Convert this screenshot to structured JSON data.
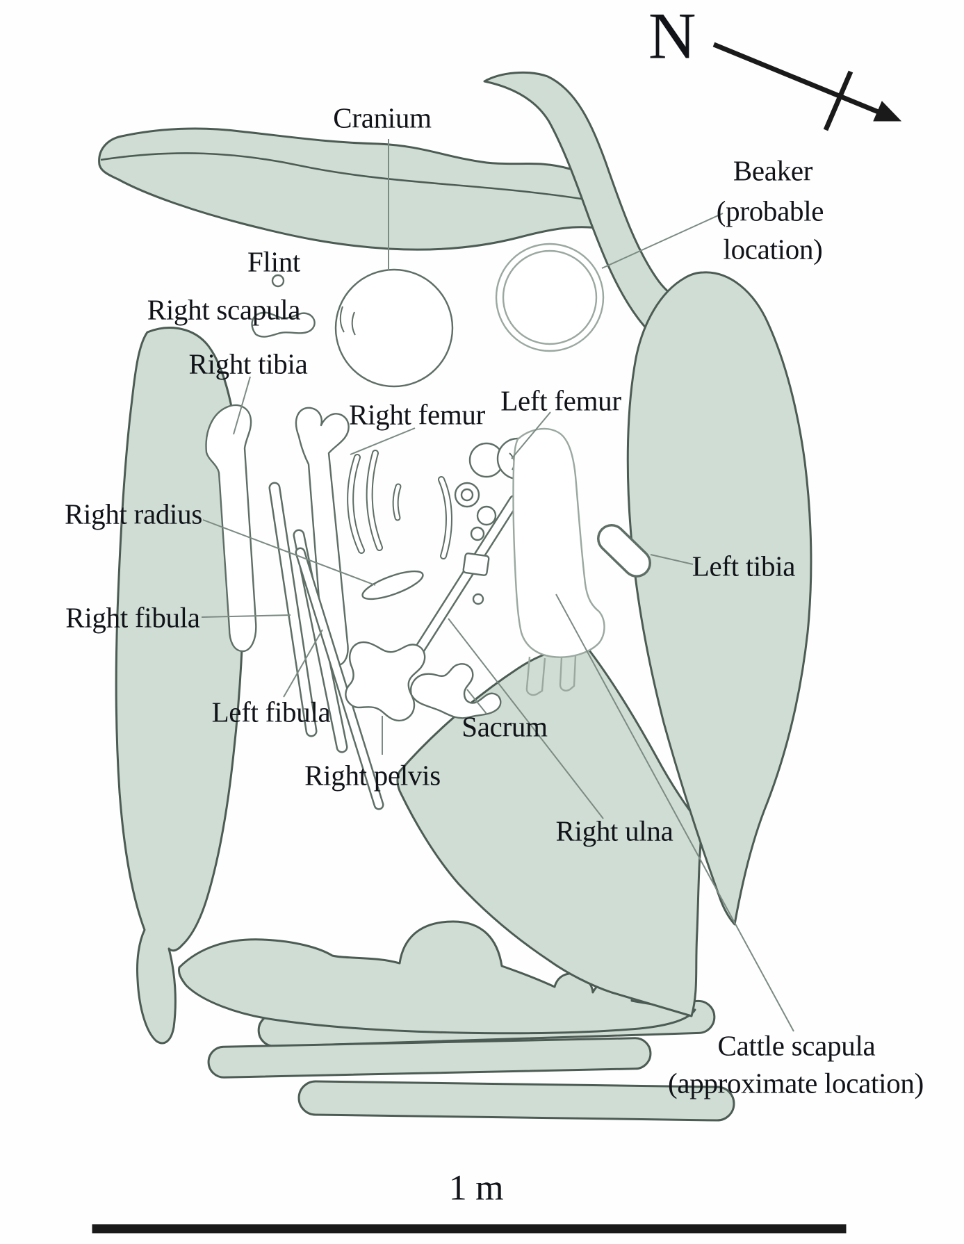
{
  "figure_type": "archaeological burial plan drawing",
  "labels": {
    "north": "N",
    "cranium": "Cranium",
    "beaker_l1": "Beaker",
    "beaker_l2": "(probable",
    "beaker_l3": "location)",
    "flint": "Flint",
    "right_scapula": "Right scapula",
    "right_tibia": "Right tibia",
    "right_femur": "Right femur",
    "left_femur": "Left femur",
    "right_radius": "Right radius",
    "right_fibula": "Right fibula",
    "left_fibula": "Left fibula",
    "sacrum": "Sacrum",
    "right_pelvis": "Right pelvis",
    "right_ulna": "Right ulna",
    "left_tibia": "Left tibia",
    "cattle_l1": "Cattle scapula",
    "cattle_l2": "(approximate location)"
  },
  "scale_bar": {
    "label": "1 m"
  },
  "colors": {
    "stone_fill": "#cfddd4",
    "stone_stroke": "#4c5b54",
    "bone_stroke": "#5e6e66",
    "light_stroke": "#9aa8a0",
    "leader": "#7b8a83",
    "ink": "#111319",
    "bg": "#fdfefd"
  }
}
